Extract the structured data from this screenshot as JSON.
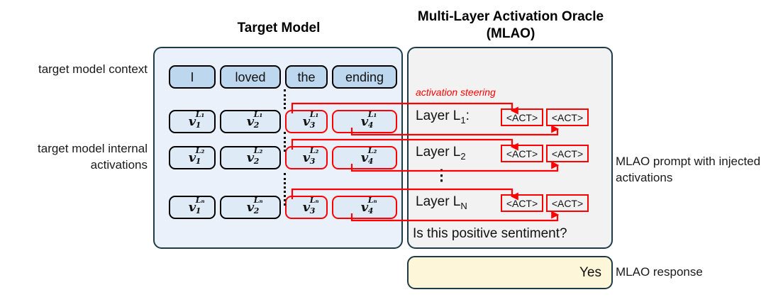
{
  "headings": {
    "target_model": "Target Model",
    "mlao": "Multi-Layer Activation Oracle (MLAO)"
  },
  "labels": {
    "context": "target model context",
    "activations": "target model internal activations",
    "mlao_prompt": "MLAO prompt with injected activations",
    "mlao_response": "MLAO response",
    "steering": "activation steering"
  },
  "target_model": {
    "context_tokens": [
      "I",
      "loved",
      "the",
      "ending"
    ],
    "activation_rows": [
      {
        "layer": "L₁",
        "cells": [
          {
            "base": "v",
            "sub": "1",
            "sup": "L₁",
            "selected": false
          },
          {
            "base": "v",
            "sub": "2",
            "sup": "L₁",
            "selected": false
          },
          {
            "base": "v",
            "sub": "3",
            "sup": "L₁",
            "selected": true
          },
          {
            "base": "v",
            "sub": "4",
            "sup": "L₁",
            "selected": true
          }
        ]
      },
      {
        "layer": "L₂",
        "cells": [
          {
            "base": "v",
            "sub": "1",
            "sup": "L₂",
            "selected": false
          },
          {
            "base": "v",
            "sub": "2",
            "sup": "L₂",
            "selected": false
          },
          {
            "base": "v",
            "sub": "3",
            "sup": "L₂",
            "selected": true
          },
          {
            "base": "v",
            "sub": "4",
            "sup": "L₂",
            "selected": true
          }
        ]
      },
      {
        "layer": "Lₙ",
        "cells": [
          {
            "base": "v",
            "sub": "1",
            "sup": "Lₙ",
            "selected": false
          },
          {
            "base": "v",
            "sub": "2",
            "sup": "Lₙ",
            "selected": false
          },
          {
            "base": "v",
            "sub": "3",
            "sup": "Lₙ",
            "selected": true
          },
          {
            "base": "v",
            "sub": "4",
            "sup": "Lₙ",
            "selected": true
          }
        ]
      }
    ],
    "row_ellipsis": "⋮"
  },
  "mlao": {
    "layer_rows": [
      {
        "label_main": "Layer L",
        "label_sub": "1",
        "label_suffix": ":",
        "act_tokens": [
          "<ACT>",
          "<ACT>"
        ]
      },
      {
        "label_main": "Layer L",
        "label_sub": "2",
        "label_suffix": "",
        "act_tokens": [
          "<ACT>",
          "<ACT>"
        ]
      },
      {
        "label_main": "Layer L",
        "label_sub": "N",
        "label_suffix": "",
        "act_tokens": [
          "<ACT>",
          "<ACT>"
        ]
      }
    ],
    "vertical_ellipsis": "⋮",
    "question": "Is this positive sentiment?",
    "response": "Yes"
  },
  "colors": {
    "panel_border": "#1f3b47",
    "target_panel_bg": "#eaf1fa",
    "mlao_panel_bg": "#f2f2f2",
    "response_bg": "#fdf6d8",
    "context_token_bg": "#bdd7ee",
    "activation_token_bg": "#deebf7",
    "steering_red": "#ff0000",
    "text": "#111111"
  }
}
